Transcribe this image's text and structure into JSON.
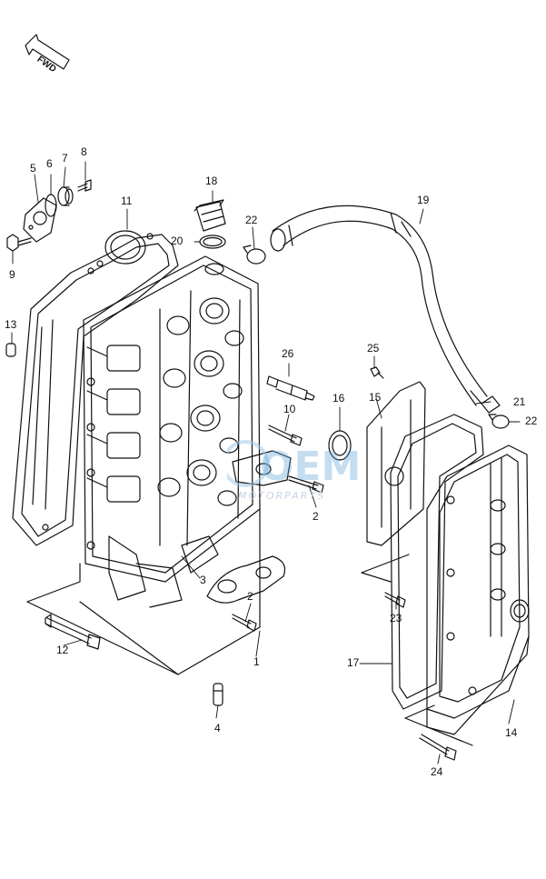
{
  "diagram": {
    "direction_marker": "FWD",
    "watermark_brand": "OEM",
    "watermark_text": "MOTORPARTS",
    "callouts": {
      "c1": "1",
      "c2a": "2",
      "c2b": "2",
      "c3": "3",
      "c4": "4",
      "c5": "5",
      "c6": "6",
      "c7": "7",
      "c8": "8",
      "c9": "9",
      "c10": "10",
      "c11": "11",
      "c12": "12",
      "c13": "13",
      "c14": "14",
      "c15": "15",
      "c16": "16",
      "c17": "17",
      "c18": "18",
      "c19": "19",
      "c20": "20",
      "c21": "21",
      "c22a": "22",
      "c22b": "22",
      "c23": "23",
      "c24": "24",
      "c25": "25",
      "c26": "26"
    }
  }
}
